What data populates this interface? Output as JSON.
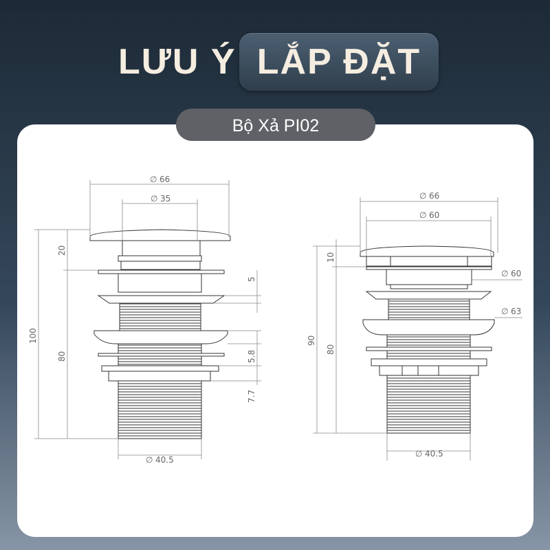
{
  "header": {
    "title_prefix": "LƯU Ý",
    "title_highlight": "LẮP ĐẶT",
    "product_label": "Bộ Xả PI02"
  },
  "left_drawing": {
    "top_diameter": "66",
    "cap_diameter": "35",
    "cap_height": "20",
    "overall_height": "100",
    "body_height": "80",
    "flange_gap": "5",
    "washer_gap": "5.8",
    "base_gap": "7.7",
    "thread_diameter": "40.5"
  },
  "right_drawing": {
    "top_diameter": "66",
    "cap_diameter": "60",
    "cap_height": "10",
    "overall_height": "90",
    "body_height": "80",
    "flange_diameter": "60",
    "washer_diameter": "63",
    "thread_diameter": "40.5"
  },
  "symbols": {
    "diameter": "∅"
  }
}
